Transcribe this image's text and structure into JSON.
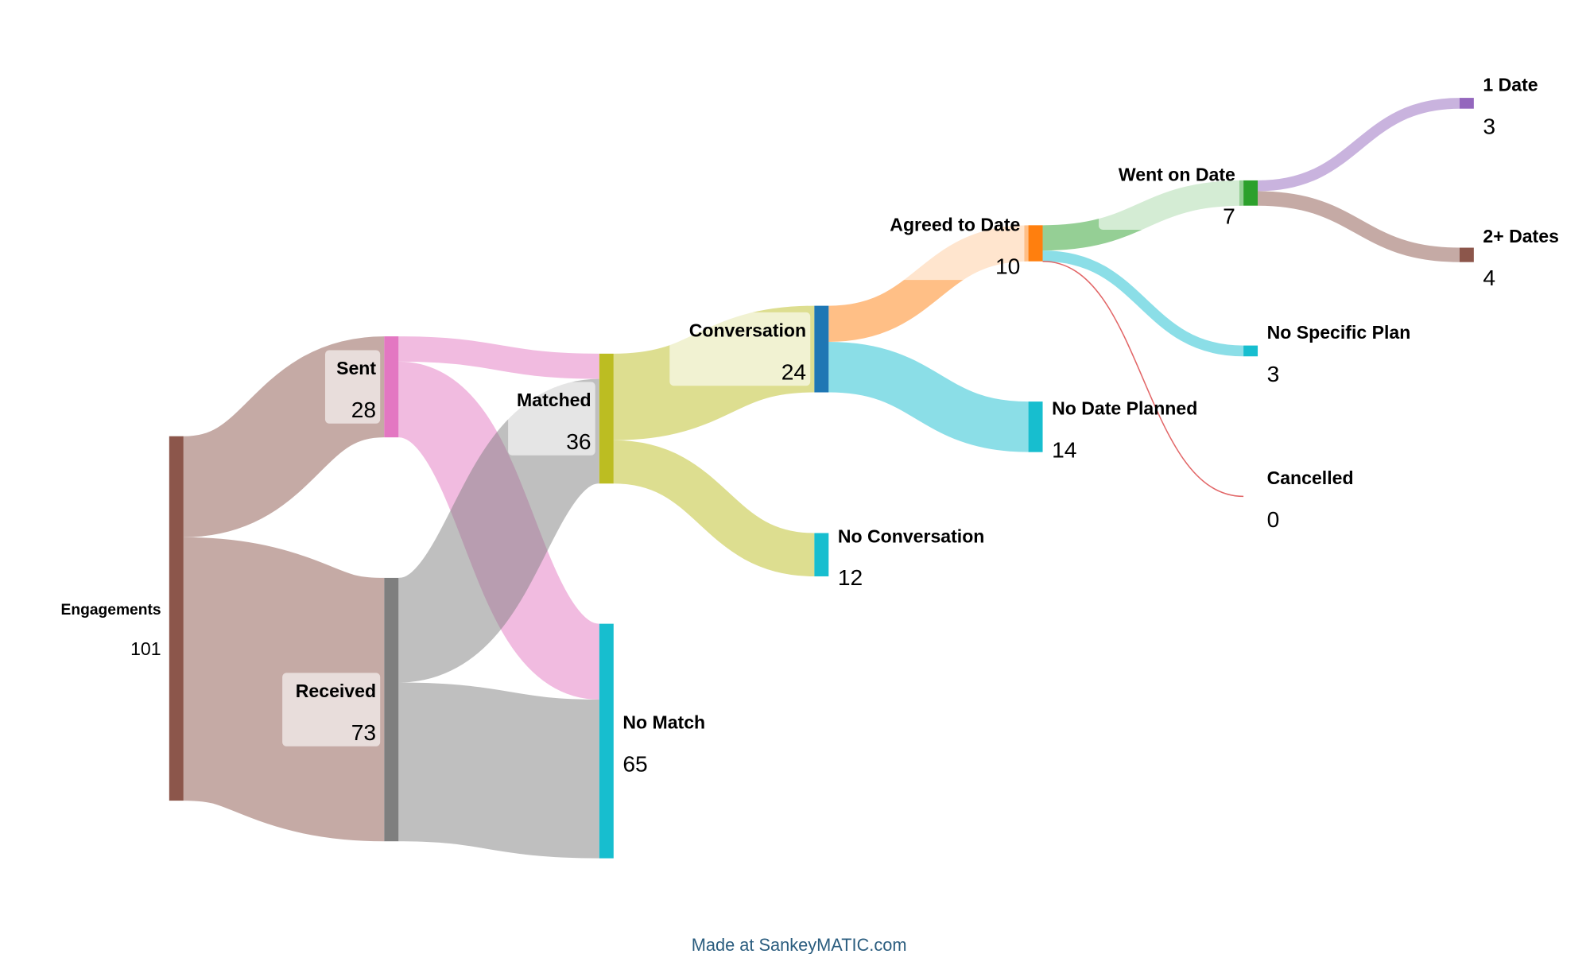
{
  "chart_data": {
    "type": "sankey",
    "title": "",
    "nodes": [
      {
        "id": "engagements",
        "name": "Engagements",
        "value": 101,
        "color": "#8c564b",
        "col": 0
      },
      {
        "id": "sent",
        "name": "Sent",
        "value": 28,
        "color": "#e377c2",
        "col": 1
      },
      {
        "id": "received",
        "name": "Received",
        "value": 73,
        "color": "#7f7f7f",
        "col": 1
      },
      {
        "id": "matched",
        "name": "Matched",
        "value": 36,
        "color": "#bcbd22",
        "col": 2
      },
      {
        "id": "nomatch",
        "name": "No Match",
        "value": 65,
        "color": "#17becf",
        "col": 2
      },
      {
        "id": "conversation",
        "name": "Conversation",
        "value": 24,
        "color": "#1f77b4",
        "col": 3
      },
      {
        "id": "noconv",
        "name": "No Conversation",
        "value": 12,
        "color": "#17becf",
        "col": 3
      },
      {
        "id": "agreed",
        "name": "Agreed to Date",
        "value": 10,
        "color": "#ff7f0e",
        "col": 4
      },
      {
        "id": "nodateplanned",
        "name": "No Date Planned",
        "value": 14,
        "color": "#17becf",
        "col": 4
      },
      {
        "id": "went",
        "name": "Went on Date",
        "value": 7,
        "color": "#2ca02c",
        "col": 5
      },
      {
        "id": "nospecific",
        "name": "No Specific Plan",
        "value": 3,
        "color": "#17becf",
        "col": 5
      },
      {
        "id": "cancelled",
        "name": "Cancelled",
        "value": 0,
        "color": "#d62728",
        "col": 5
      },
      {
        "id": "onedate",
        "name": "1 Date",
        "value": 3,
        "color": "#9467bd",
        "col": 6
      },
      {
        "id": "twoplus",
        "name": "2+ Dates",
        "value": 4,
        "color": "#8c564b",
        "col": 6
      }
    ],
    "flows": [
      {
        "from": "engagements",
        "to": "sent",
        "value": 28,
        "color": "#8c564b"
      },
      {
        "from": "engagements",
        "to": "received",
        "value": 73,
        "color": "#8c564b"
      },
      {
        "from": "sent",
        "to": "matched",
        "value": 7,
        "color": "#e377c2"
      },
      {
        "from": "sent",
        "to": "nomatch",
        "value": 21,
        "color": "#e377c2"
      },
      {
        "from": "received",
        "to": "matched",
        "value": 29,
        "color": "#7f7f7f"
      },
      {
        "from": "received",
        "to": "nomatch",
        "value": 44,
        "color": "#7f7f7f"
      },
      {
        "from": "matched",
        "to": "conversation",
        "value": 24,
        "color": "#bcbd22"
      },
      {
        "from": "matched",
        "to": "noconv",
        "value": 12,
        "color": "#bcbd22"
      },
      {
        "from": "conversation",
        "to": "agreed",
        "value": 10,
        "color": "#ff7f0e"
      },
      {
        "from": "conversation",
        "to": "nodateplanned",
        "value": 14,
        "color": "#17becf"
      },
      {
        "from": "agreed",
        "to": "went",
        "value": 7,
        "color": "#2ca02c"
      },
      {
        "from": "agreed",
        "to": "nospecific",
        "value": 3,
        "color": "#17becf"
      },
      {
        "from": "agreed",
        "to": "cancelled",
        "value": 0,
        "color": "#d62728"
      },
      {
        "from": "went",
        "to": "onedate",
        "value": 3,
        "color": "#9467bd"
      },
      {
        "from": "went",
        "to": "twoplus",
        "value": 4,
        "color": "#8c564b"
      }
    ]
  },
  "footer": {
    "credit": "Made at SankeyMATIC.com"
  }
}
